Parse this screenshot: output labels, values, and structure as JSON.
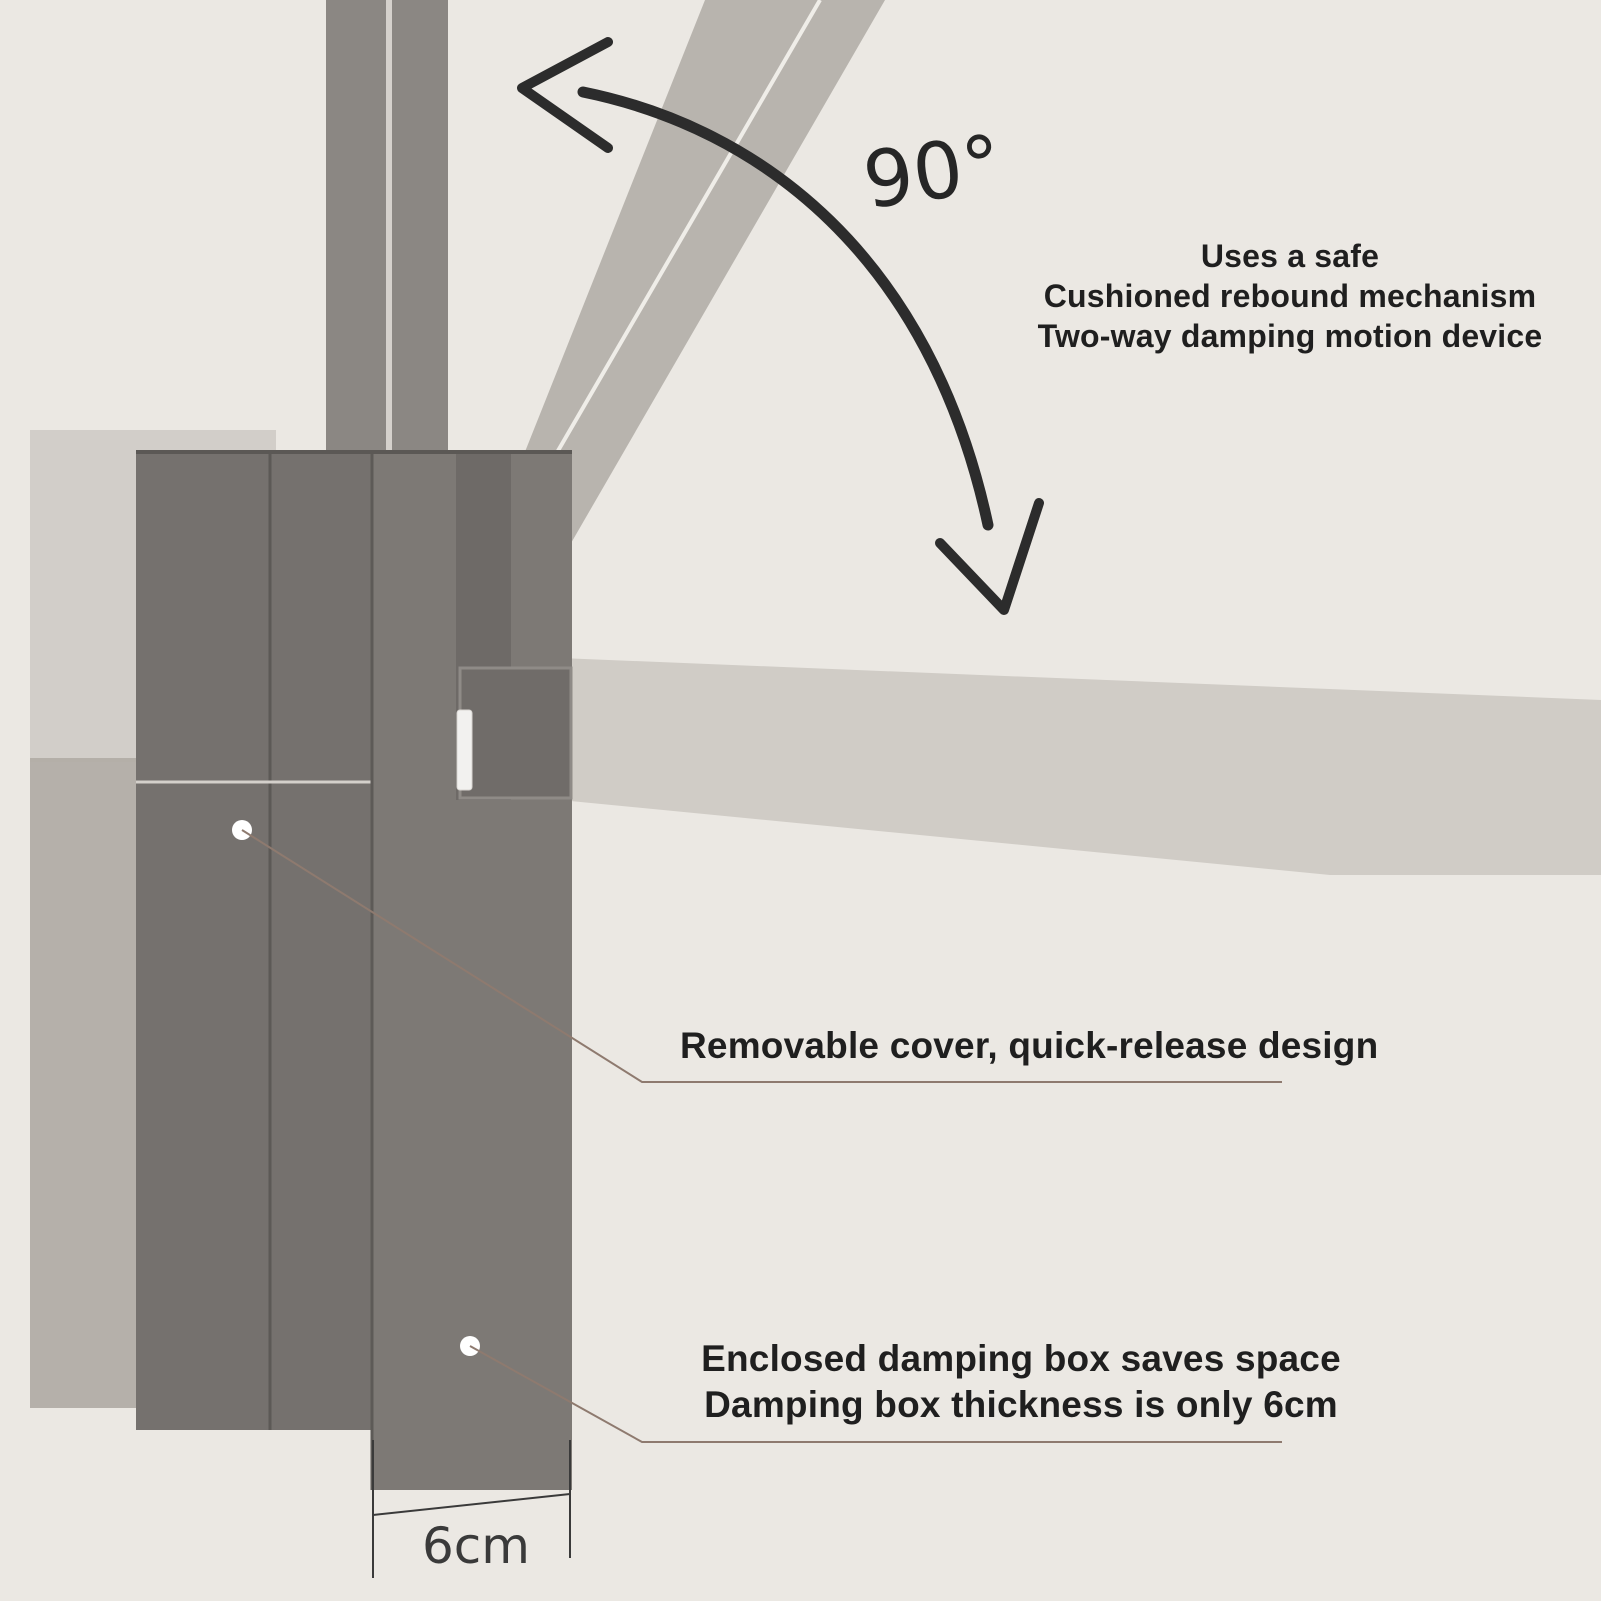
{
  "annotations": {
    "angle": "90°",
    "top_lines": [
      "Uses a safe",
      "Cushioned rebound mechanism",
      "Two-way damping motion device"
    ],
    "middle_line": "Removable cover, quick-release design",
    "bottom_lines": [
      "Enclosed damping box saves space",
      "Damping box thickness is only 6cm"
    ],
    "width_label": "6cm"
  },
  "colors": {
    "background": "#ebe8e3",
    "box_dark": "#706c69",
    "box_mid": "#7b7773",
    "box_light": "#8a8581",
    "ghost_arm": "#b7b3ad",
    "ghost_bar": "#d0ccc6",
    "leader": "#8e7a6f",
    "text": "#1f1f1f"
  }
}
